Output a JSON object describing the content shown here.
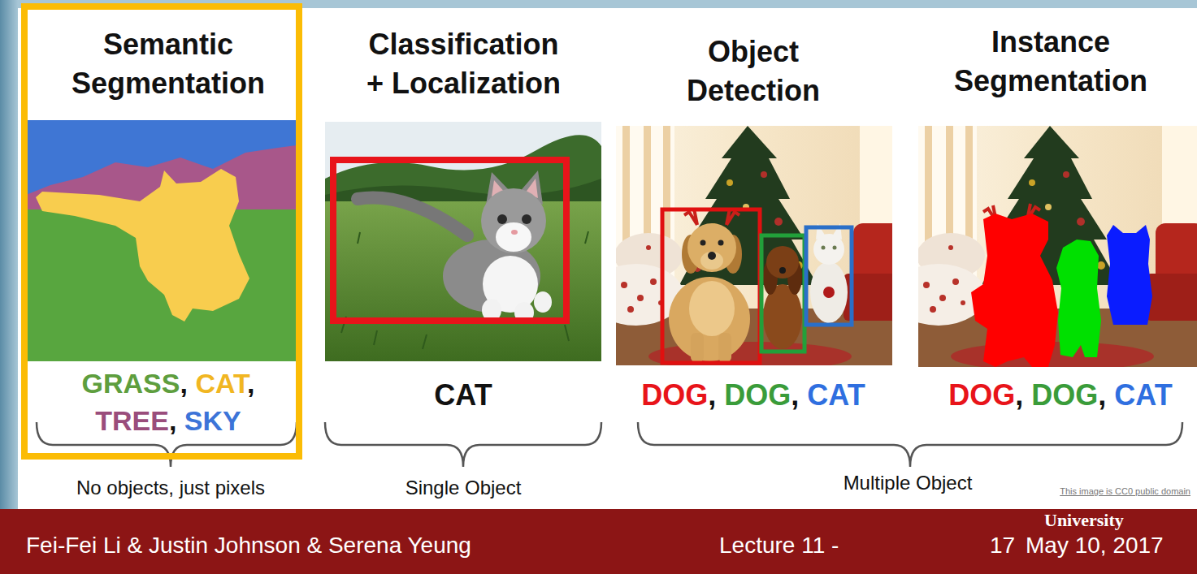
{
  "diagram": {
    "nodes": [
      {
        "text": [
          "Semantic Segmentation",
          "GRASS, CAT, TREE, SKY"
        ]
      },
      {
        "text": [
          "Fei-Fei Li & Justin Johnson & Serena Yeung",
          "Lecture 11 -",
          "17",
          "University",
          "May 10, 2017"
        ]
      }
    ],
    "labels": [
      "Classification + Localization",
      "Object Detection",
      "Instance Segmentation",
      "CAT",
      "DOG, DOG, CAT",
      "DOG, DOG, CAT",
      "No objects, just pixels",
      "Single Object",
      "Multiple Object",
      "This image is CC0 public domain"
    ]
  }
}
